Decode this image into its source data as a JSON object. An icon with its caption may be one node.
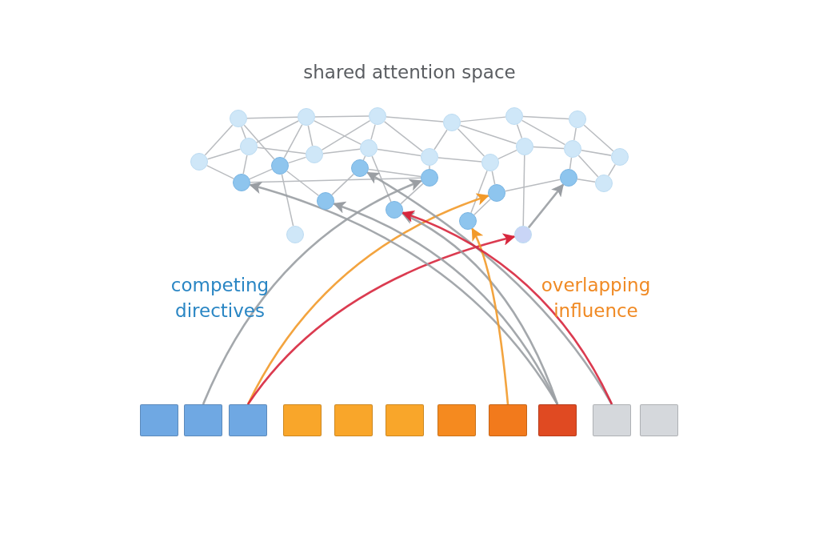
{
  "diagram": {
    "title": "shared attention space",
    "nodes": [
      {
        "text": [],
        "shape": "circle"
      },
      {
        "text": [],
        "shape": "circle"
      },
      {
        "text": [],
        "shape": "circle"
      },
      {
        "text": [],
        "shape": "circle"
      },
      {
        "text": [],
        "shape": "circle"
      },
      {
        "text": [],
        "shape": "circle"
      },
      {
        "text": [],
        "shape": "circle"
      },
      {
        "text": [],
        "shape": "circle"
      },
      {
        "text": [],
        "shape": "circle"
      },
      {
        "text": [],
        "shape": "circle"
      },
      {
        "text": [],
        "shape": "circle"
      },
      {
        "text": [],
        "shape": "circle"
      },
      {
        "text": [],
        "shape": "circle"
      },
      {
        "text": [],
        "shape": "circle"
      },
      {
        "text": [],
        "shape": "circle"
      },
      {
        "text": [],
        "shape": "circle"
      },
      {
        "text": [],
        "shape": "circle"
      },
      {
        "text": [],
        "shape": "circle"
      },
      {
        "text": [],
        "shape": "circle"
      },
      {
        "text": [],
        "shape": "circle"
      },
      {
        "text": [],
        "shape": "circle"
      },
      {
        "text": [],
        "shape": "circle"
      },
      {
        "text": [],
        "shape": "circle"
      },
      {
        "text": [],
        "shape": "circle"
      },
      {
        "text": [],
        "shape": "circle"
      },
      {
        "text": [],
        "shape": "circle"
      },
      {
        "text": [],
        "shape": "circle"
      },
      {
        "text": [],
        "shape": "box"
      },
      {
        "text": [],
        "shape": "box"
      },
      {
        "text": [],
        "shape": "box"
      },
      {
        "text": [],
        "shape": "box"
      },
      {
        "text": [],
        "shape": "box"
      },
      {
        "text": [],
        "shape": "box"
      },
      {
        "text": [],
        "shape": "box"
      },
      {
        "text": [],
        "shape": "box"
      },
      {
        "text": [],
        "shape": "box"
      },
      {
        "text": [],
        "shape": "box"
      },
      {
        "text": [],
        "shape": "box"
      }
    ],
    "edges": [
      {
        "from": 0,
        "to": 1,
        "arrow": "none"
      },
      {
        "from": 1,
        "to": 2,
        "arrow": "none"
      },
      {
        "from": 2,
        "to": 3,
        "arrow": "none"
      },
      {
        "from": 3,
        "to": 4,
        "arrow": "none"
      },
      {
        "from": 4,
        "to": 5,
        "arrow": "none"
      },
      {
        "from": 0,
        "to": 6,
        "arrow": "none"
      },
      {
        "from": 0,
        "to": 13,
        "arrow": "none"
      },
      {
        "from": 0,
        "to": 15,
        "arrow": "none"
      },
      {
        "from": 6,
        "to": 13,
        "arrow": "none"
      },
      {
        "from": 6,
        "to": 19,
        "arrow": "none"
      },
      {
        "from": 6,
        "to": 10,
        "arrow": "none"
      },
      {
        "from": 1,
        "to": 6,
        "arrow": "none"
      },
      {
        "from": 1,
        "to": 10,
        "arrow": "none"
      },
      {
        "from": 1,
        "to": 15,
        "arrow": "none"
      },
      {
        "from": 1,
        "to": 7,
        "arrow": "none"
      },
      {
        "from": 2,
        "to": 7,
        "arrow": "none"
      },
      {
        "from": 2,
        "to": 10,
        "arrow": "none"
      },
      {
        "from": 2,
        "to": 11,
        "arrow": "none"
      },
      {
        "from": 3,
        "to": 11,
        "arrow": "none"
      },
      {
        "from": 3,
        "to": 14,
        "arrow": "none"
      },
      {
        "from": 3,
        "to": 8,
        "arrow": "none"
      },
      {
        "from": 4,
        "to": 8,
        "arrow": "none"
      },
      {
        "from": 4,
        "to": 9,
        "arrow": "none"
      },
      {
        "from": 5,
        "to": 9,
        "arrow": "none"
      },
      {
        "from": 5,
        "to": 12,
        "arrow": "none"
      },
      {
        "from": 10,
        "to": 7,
        "arrow": "none"
      },
      {
        "from": 10,
        "to": 15,
        "arrow": "none"
      },
      {
        "from": 7,
        "to": 11,
        "arrow": "none"
      },
      {
        "from": 7,
        "to": 16,
        "arrow": "none"
      },
      {
        "from": 7,
        "to": 24,
        "arrow": "none"
      },
      {
        "from": 11,
        "to": 14,
        "arrow": "none"
      },
      {
        "from": 11,
        "to": 17,
        "arrow": "none"
      },
      {
        "from": 14,
        "to": 8,
        "arrow": "none"
      },
      {
        "from": 14,
        "to": 21,
        "arrow": "none"
      },
      {
        "from": 14,
        "to": 23,
        "arrow": "none"
      },
      {
        "from": 8,
        "to": 9,
        "arrow": "none"
      },
      {
        "from": 9,
        "to": 12,
        "arrow": "none"
      },
      {
        "from": 9,
        "to": 18,
        "arrow": "none"
      },
      {
        "from": 9,
        "to": 20,
        "arrow": "none"
      },
      {
        "from": 12,
        "to": 20,
        "arrow": "none"
      },
      {
        "from": 13,
        "to": 19,
        "arrow": "none"
      },
      {
        "from": 19,
        "to": 15,
        "arrow": "none"
      },
      {
        "from": 19,
        "to": 17,
        "arrow": "none"
      },
      {
        "from": 15,
        "to": 22,
        "arrow": "none"
      },
      {
        "from": 15,
        "to": 25,
        "arrow": "none"
      },
      {
        "from": 16,
        "to": 22,
        "arrow": "none"
      },
      {
        "from": 17,
        "to": 24,
        "arrow": "none"
      },
      {
        "from": 23,
        "to": 21,
        "arrow": "none"
      },
      {
        "from": 21,
        "to": 18,
        "arrow": "none"
      },
      {
        "from": 18,
        "to": 20,
        "arrow": "none"
      },
      {
        "from": 8,
        "to": 26,
        "arrow": "none"
      },
      {
        "from": 16,
        "to": 17,
        "arrow": "none"
      },
      {
        "from": 28,
        "to": 17,
        "arrow": "to"
      },
      {
        "from": 29,
        "to": 21,
        "arrow": "to",
        "color": "#f29a2a"
      },
      {
        "from": 29,
        "to": 26,
        "arrow": "to",
        "color": "#d7263d"
      },
      {
        "from": 35,
        "to": 19,
        "arrow": "to"
      },
      {
        "from": 35,
        "to": 22,
        "arrow": "to"
      },
      {
        "from": 36,
        "to": 16,
        "arrow": "to"
      },
      {
        "from": 35,
        "to": 24,
        "arrow": "to"
      },
      {
        "from": 34,
        "to": 23,
        "arrow": "to",
        "color": "#f29a2a"
      },
      {
        "from": 36,
        "to": 24,
        "arrow": "to",
        "color": "#d7263d"
      },
      {
        "from": 26,
        "to": 18,
        "arrow": "to"
      }
    ],
    "labels": [
      "competing directives",
      "overlapping influence"
    ]
  }
}
